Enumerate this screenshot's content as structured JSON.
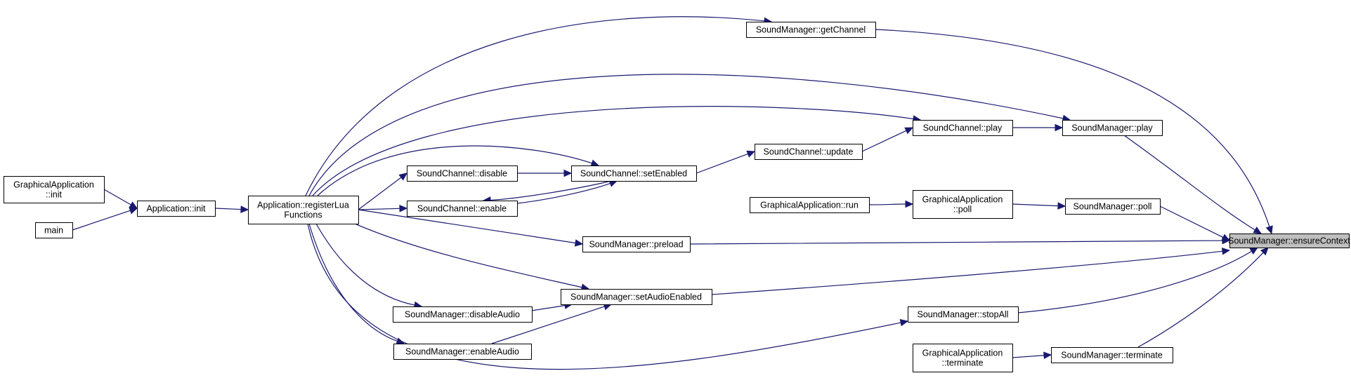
{
  "graph": {
    "colors": {
      "edge": "#191970",
      "node_border": "#000000",
      "node_fill": "#ffffff",
      "root_fill": "#bfbfbf"
    },
    "nodes": [
      {
        "id": "ensureContext",
        "lines": [
          "SoundManager::ensureContext"
        ],
        "root": true
      },
      {
        "id": "getChannel",
        "lines": [
          "SoundManager::getChannel"
        ]
      },
      {
        "id": "smPlay",
        "lines": [
          "SoundManager::play"
        ]
      },
      {
        "id": "scPlay",
        "lines": [
          "SoundChannel::play"
        ]
      },
      {
        "id": "scUpdate",
        "lines": [
          "SoundChannel::update"
        ]
      },
      {
        "id": "scSetEnabled",
        "lines": [
          "SoundChannel::setEnabled"
        ]
      },
      {
        "id": "scDisable",
        "lines": [
          "SoundChannel::disable"
        ]
      },
      {
        "id": "scEnable",
        "lines": [
          "SoundChannel::enable"
        ]
      },
      {
        "id": "registerLua",
        "lines": [
          "Application::registerLua",
          "Functions"
        ]
      },
      {
        "id": "appInit",
        "lines": [
          "Application::init"
        ]
      },
      {
        "id": "gaInit",
        "lines": [
          "GraphicalApplication",
          "::init"
        ]
      },
      {
        "id": "main",
        "lines": [
          "main"
        ]
      },
      {
        "id": "gaRun",
        "lines": [
          "GraphicalApplication::run"
        ]
      },
      {
        "id": "gaPoll",
        "lines": [
          "GraphicalApplication",
          "::poll"
        ]
      },
      {
        "id": "smPoll",
        "lines": [
          "SoundManager::poll"
        ]
      },
      {
        "id": "smPreload",
        "lines": [
          "SoundManager::preload"
        ]
      },
      {
        "id": "smSetAudioEnabled",
        "lines": [
          "SoundManager::setAudioEnabled"
        ]
      },
      {
        "id": "smDisableAudio",
        "lines": [
          "SoundManager::disableAudio"
        ]
      },
      {
        "id": "smEnableAudio",
        "lines": [
          "SoundManager::enableAudio"
        ]
      },
      {
        "id": "smStopAll",
        "lines": [
          "SoundManager::stopAll"
        ]
      },
      {
        "id": "gaTerminate",
        "lines": [
          "GraphicalApplication",
          "::terminate"
        ]
      },
      {
        "id": "smTerminate",
        "lines": [
          "SoundManager::terminate"
        ]
      }
    ],
    "edges": [
      {
        "from": "getChannel",
        "to": "ensureContext"
      },
      {
        "from": "smPlay",
        "to": "ensureContext"
      },
      {
        "from": "smPoll",
        "to": "ensureContext"
      },
      {
        "from": "smPreload",
        "to": "ensureContext"
      },
      {
        "from": "smSetAudioEnabled",
        "to": "ensureContext"
      },
      {
        "from": "smStopAll",
        "to": "ensureContext"
      },
      {
        "from": "smTerminate",
        "to": "ensureContext"
      },
      {
        "from": "scPlay",
        "to": "smPlay"
      },
      {
        "from": "scUpdate",
        "to": "scPlay"
      },
      {
        "from": "scSetEnabled",
        "to": "scUpdate"
      },
      {
        "from": "scDisable",
        "to": "scSetEnabled"
      },
      {
        "from": "scSetEnabled",
        "to": "scEnable"
      },
      {
        "from": "scEnable",
        "to": "scSetEnabled"
      },
      {
        "from": "registerLua",
        "to": "getChannel"
      },
      {
        "from": "registerLua",
        "to": "smPlay"
      },
      {
        "from": "registerLua",
        "to": "scPlay"
      },
      {
        "from": "registerLua",
        "to": "scSetEnabled"
      },
      {
        "from": "registerLua",
        "to": "scDisable"
      },
      {
        "from": "registerLua",
        "to": "scEnable"
      },
      {
        "from": "registerLua",
        "to": "smPreload"
      },
      {
        "from": "registerLua",
        "to": "smSetAudioEnabled"
      },
      {
        "from": "registerLua",
        "to": "smDisableAudio"
      },
      {
        "from": "registerLua",
        "to": "smEnableAudio"
      },
      {
        "from": "registerLua",
        "to": "smStopAll"
      },
      {
        "from": "appInit",
        "to": "registerLua"
      },
      {
        "from": "gaInit",
        "to": "appInit"
      },
      {
        "from": "main",
        "to": "appInit"
      },
      {
        "from": "gaRun",
        "to": "gaPoll"
      },
      {
        "from": "gaPoll",
        "to": "smPoll"
      },
      {
        "from": "smDisableAudio",
        "to": "smSetAudioEnabled"
      },
      {
        "from": "smEnableAudio",
        "to": "smSetAudioEnabled"
      },
      {
        "from": "gaTerminate",
        "to": "smTerminate"
      }
    ]
  }
}
